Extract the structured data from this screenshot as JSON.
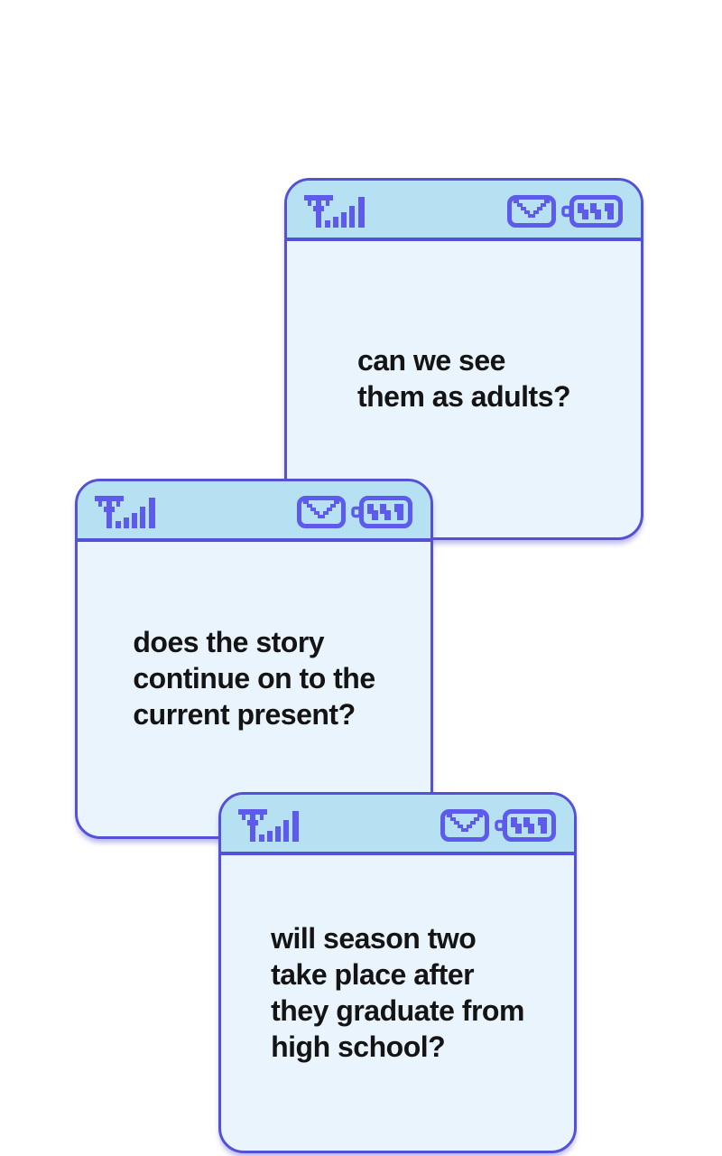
{
  "theme": {
    "page_bg": "#ffffff",
    "border_color": "#5251d8",
    "icon_color": "#5d5aec",
    "header_bg": "#b6e1f2",
    "body_bg": "#e9f4fc",
    "text_color": "#141414"
  },
  "status_bar": {
    "icons": [
      "signal-strength-icon",
      "envelope-icon",
      "battery-icon"
    ]
  },
  "windows": [
    {
      "id": "window-top-right",
      "message": "can we see\nthem as adults?"
    },
    {
      "id": "window-middle-left",
      "message": "does the story\ncontinue on to the\ncurrent present?"
    },
    {
      "id": "window-bottom",
      "message": "will season two\ntake place after\nthey graduate from\nhigh school?"
    }
  ]
}
